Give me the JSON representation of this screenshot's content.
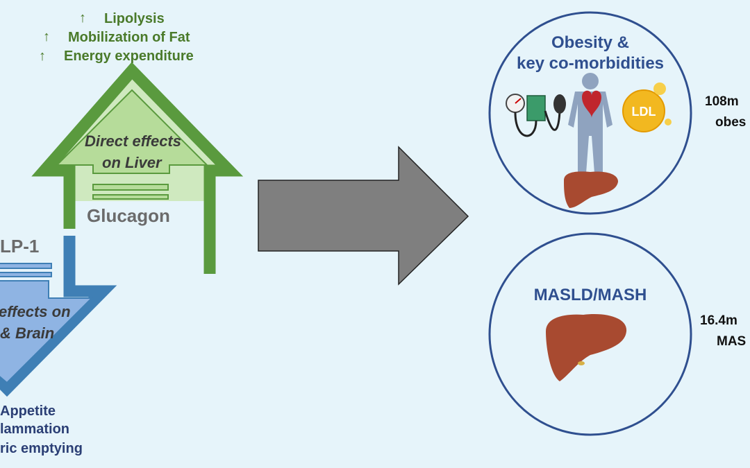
{
  "glucagon": {
    "label": "Glucagon",
    "direct_effects": [
      "Direct effects",
      "on Liver"
    ],
    "effects": [
      "Lipolysis",
      "Mobilization of Fat",
      "Energy expenditure"
    ],
    "color": "#5a9a3e"
  },
  "glp1": {
    "label": "LP-1",
    "direct_effects": [
      " effects on",
      "& Brain"
    ],
    "effects": [
      "Appetite",
      "lammation",
      "ric emptying"
    ],
    "color": "#3f7fb5"
  },
  "arrow": {
    "color": "#7f7f7f"
  },
  "circles": [
    {
      "title": [
        "Obesity &",
        "key co-morbidities"
      ],
      "note": [
        "108m",
        "obes"
      ],
      "ldl_label": "LDL"
    },
    {
      "title": [
        "MASLD/MASH"
      ],
      "note": [
        "16.4m",
        "MAS"
      ]
    }
  ]
}
